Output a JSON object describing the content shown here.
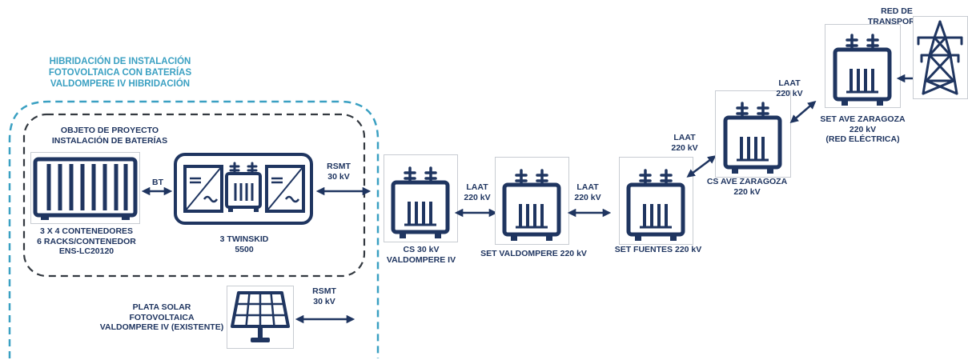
{
  "colors": {
    "navy": "#1f3560",
    "teal_border": "#3aa0c2",
    "dark_border": "#333940",
    "box_border": "#c8ccd2"
  },
  "hybrid_area": {
    "title": "HIBRIDACIÓN DE INSTALACIÓN\nFOTOVOLTAICA CON BATERÍAS\nVALDOMPERE IV HIBRIDACIÓN"
  },
  "project": {
    "title": "OBJETO DE PROYECTO\nINSTALACIÓN DE BATERÍAS"
  },
  "nodes": {
    "batteries": {
      "label": "3 X 4 CONTENEDORES\n6 RACKS/CONTENEDOR\nENS-LC20120",
      "icon": "battery-container-icon"
    },
    "twinskid": {
      "label": "3 TWINSKID\n5500",
      "icon": "inverter-transformer-icon"
    },
    "solar_plant": {
      "label": "PLATA SOLAR\nFOTOVOLTAICA\nVALDOMPERE IV (EXISTENTE)",
      "icon": "solar-panel-icon"
    },
    "cs_valdompere": {
      "label": "CS 30 kV\nVALDOMPERE IV",
      "icon": "transformer-icon"
    },
    "set_valdompere": {
      "label": "SET VALDOMPERE 220 kV",
      "icon": "transformer-icon"
    },
    "set_fuentes": {
      "label": "SET FUENTES 220 kV",
      "icon": "transformer-icon"
    },
    "cs_ave": {
      "label": "CS AVE ZARAGOZA\n220 kV",
      "icon": "transformer-icon"
    },
    "set_ave": {
      "label": "SET AVE ZARAGOZA\n220 kV\n(RED ELÉCTRICA)",
      "icon": "transformer-icon"
    },
    "red_transporte": {
      "label": "RED DE\nTRANSPORTE",
      "icon": "transmission-tower-icon"
    }
  },
  "links": {
    "bt": "BT",
    "rsmt_twinskid": "RSMT\n30 kV",
    "rsmt_solar": "RSMT\n30 kV",
    "laat_1": "LAAT\n220 kV",
    "laat_2": "LAAT\n220 kV",
    "laat_3": "LAAT\n220 kV",
    "laat_4": "LAAT\n220 kV"
  }
}
